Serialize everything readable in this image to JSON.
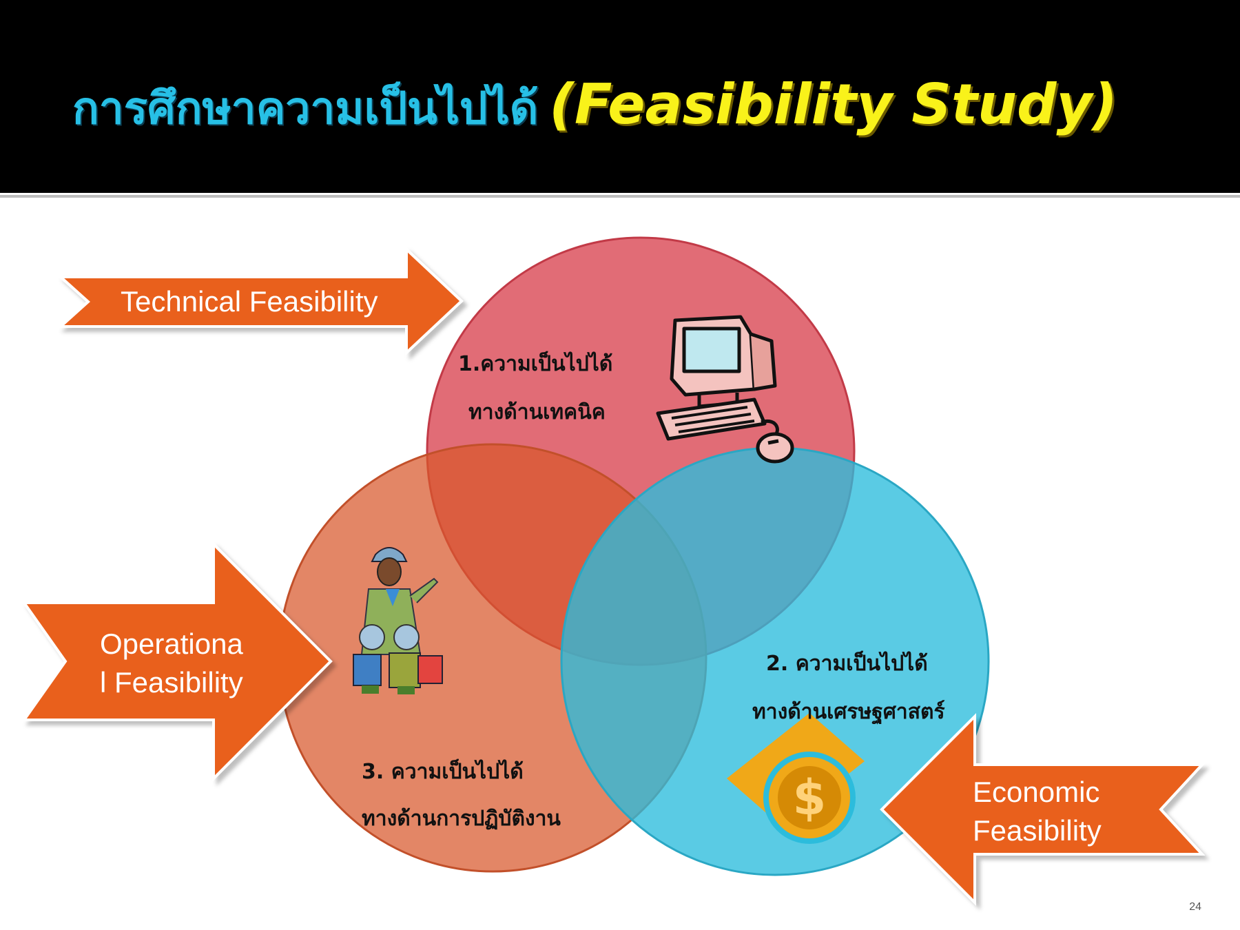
{
  "title": {
    "thai": "การศึกษาความเป็นไปได้",
    "english": "(Feasibility Study)"
  },
  "circles": {
    "technical": {
      "line1": "1.ความเป็นไปได้",
      "line2": "ทางด้านเทคนิค",
      "icon": "computer-icon",
      "color": "#e0606c"
    },
    "economic": {
      "line1": "2. ความเป็นไปได้",
      "line2": "ทางด้านเศรษฐศาสตร์",
      "icon": "dollar-coin-icon",
      "color": "#4ec8e4"
    },
    "operational": {
      "line1": "3. ความเป็นไปได้",
      "line2": "ทางด้านการปฏิบัติงาน",
      "icon": "workers-icon",
      "color": "#de7550"
    }
  },
  "arrows": {
    "technical": {
      "label": "Technical Feasibility"
    },
    "operational": {
      "line1": "Operationa",
      "line2": "l Feasibility"
    },
    "economic": {
      "line1": "Economic",
      "line2": "Feasibility"
    }
  },
  "arrow_color": "#e9611f",
  "page_number": "24"
}
